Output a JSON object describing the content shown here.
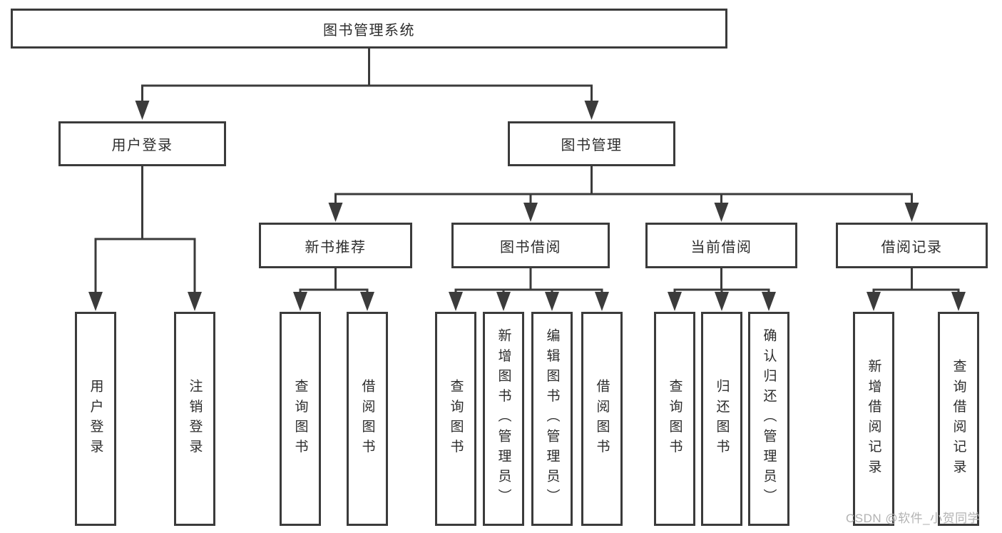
{
  "root": {
    "label": "图书管理系统"
  },
  "branches": {
    "user_login": {
      "label": "用户登录"
    },
    "book_management": {
      "label": "图书管理"
    }
  },
  "modules": {
    "new_book": {
      "label": "新书推荐"
    },
    "book_borrow": {
      "label": "图书借阅"
    },
    "current_borrow": {
      "label": "当前借阅"
    },
    "borrow_record": {
      "label": "借阅记录"
    }
  },
  "leaves": {
    "user_login": [
      "用户登录",
      "注销登录"
    ],
    "new_book": [
      "查询图书",
      "借阅图书"
    ],
    "book_borrow": [
      "查询图书",
      "新增图书（管理员）",
      "编辑图书（管理员）",
      "借阅图书"
    ],
    "current_borrow": [
      "查询图书",
      "归还图书",
      "确认归还（管理员）"
    ],
    "borrow_record": [
      "新增借阅记录",
      "查询借阅记录"
    ]
  },
  "watermark": "CSDN @软件_小贺同学",
  "colors": {
    "line": "#3b3b3b",
    "text": "#2d2d2d",
    "watermark": "#b3b3b3",
    "background": "#ffffff"
  }
}
